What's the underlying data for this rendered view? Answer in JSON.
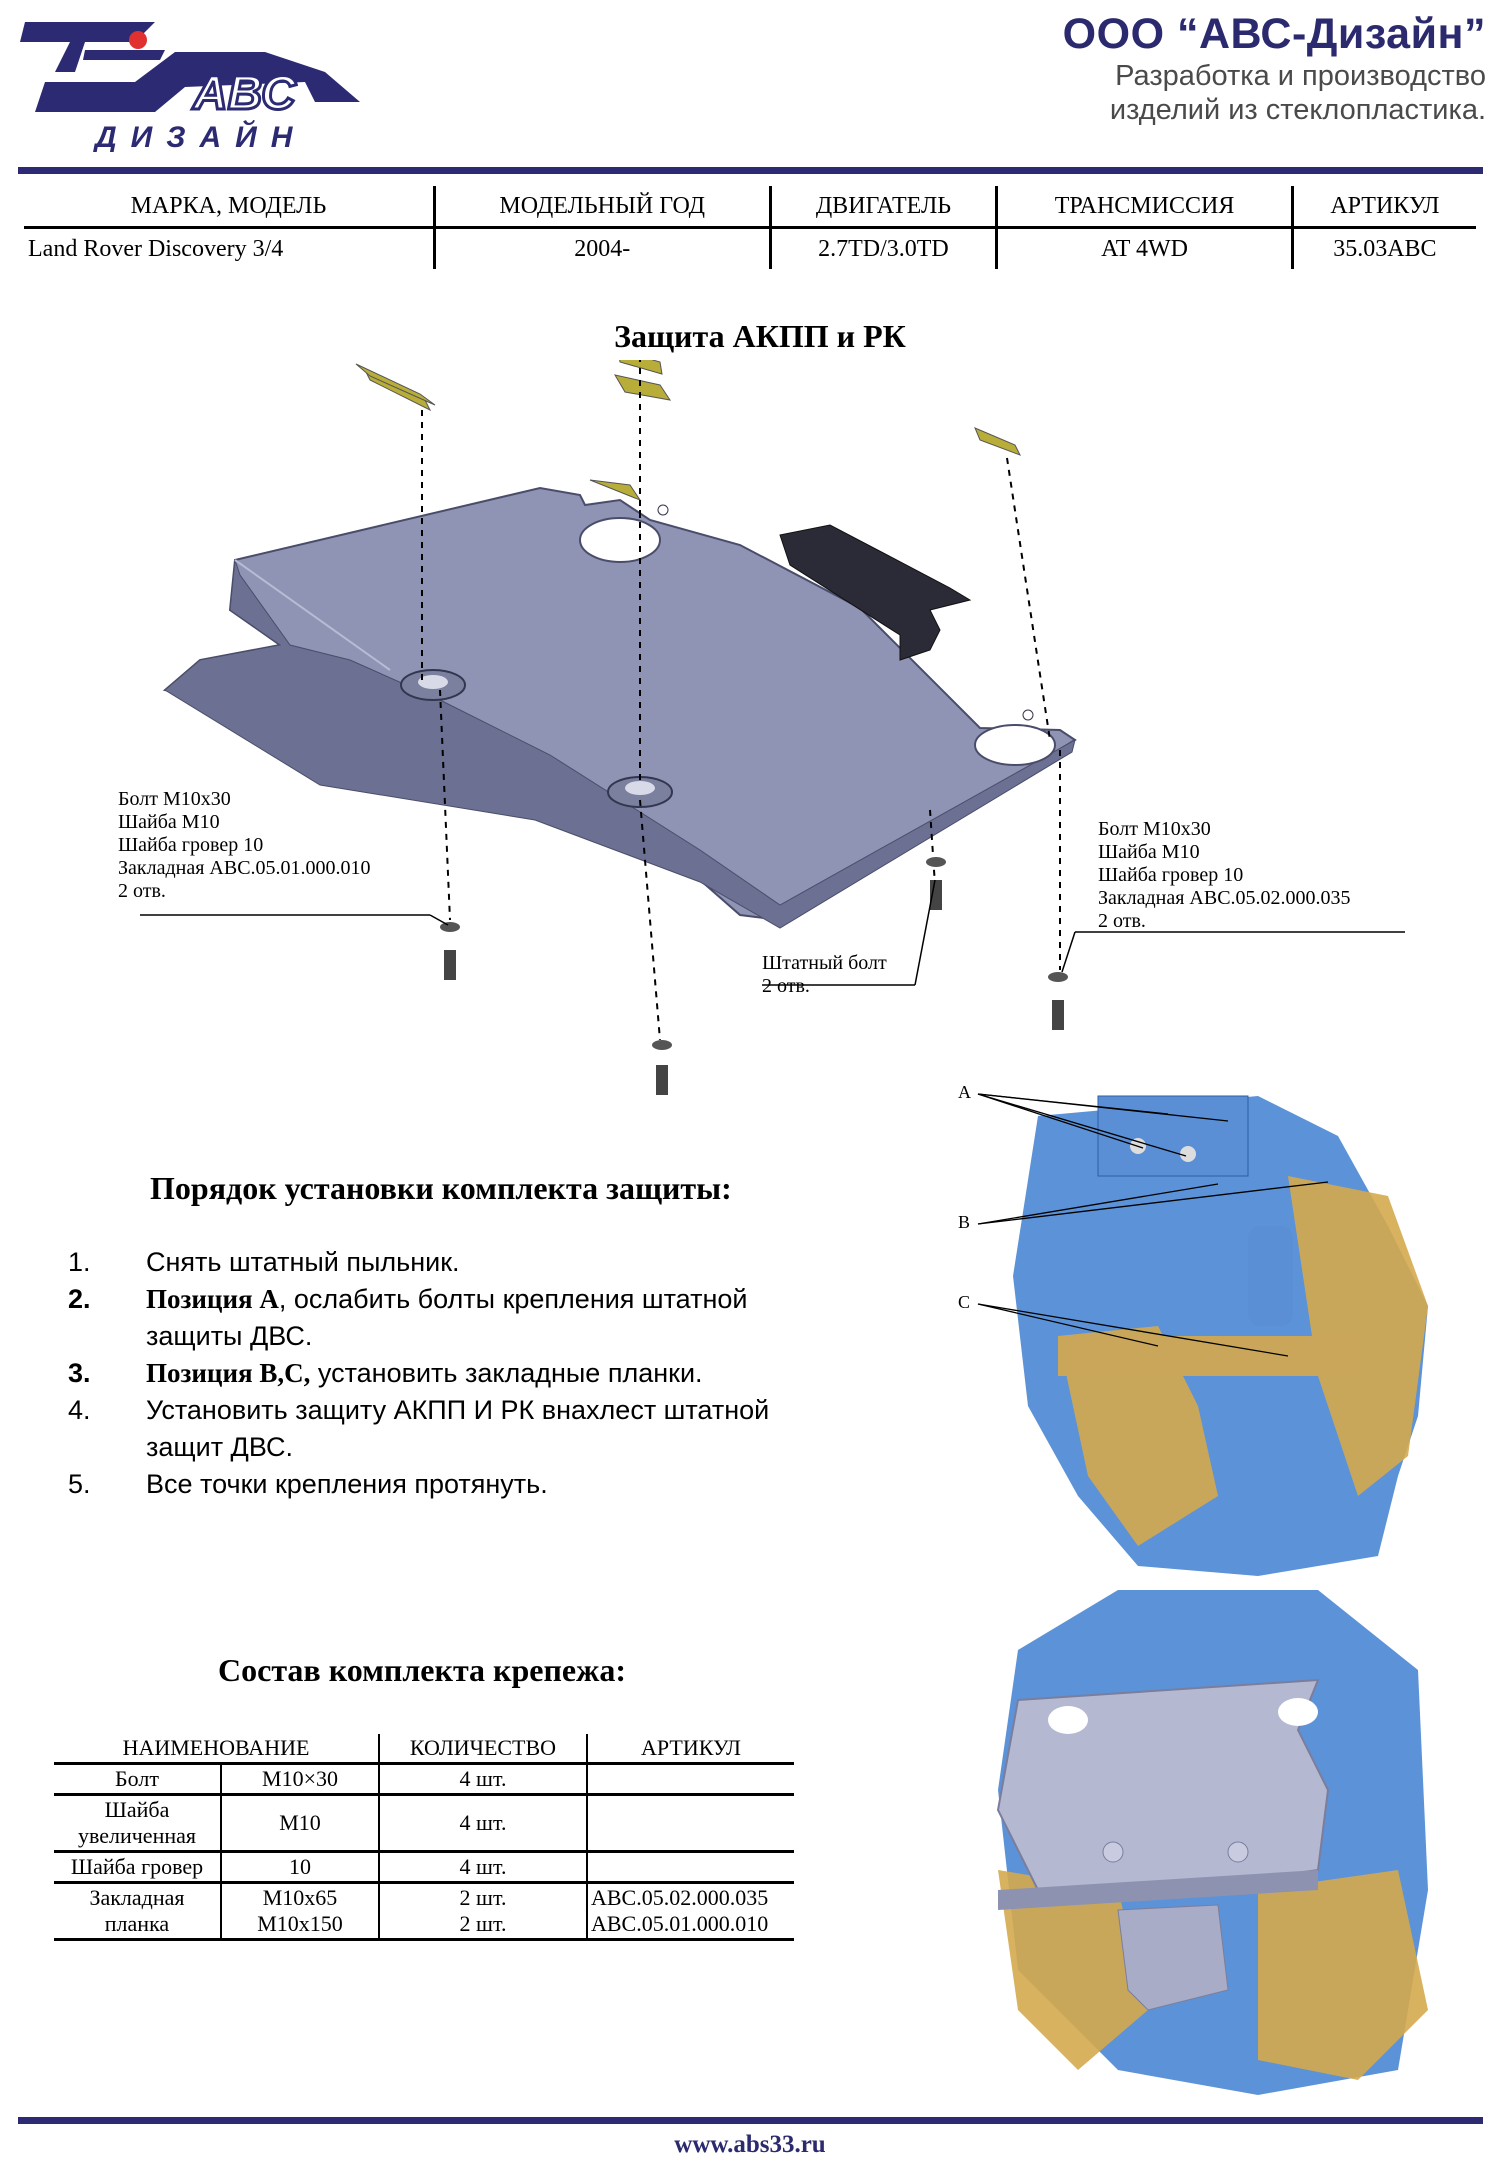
{
  "header": {
    "logo_text": "АВС",
    "logo_subtext": "ДИЗАЙН",
    "company_name": "ООО “АВС-Дизайн”",
    "company_line1": "Разработка и производство",
    "company_line2": "изделий из стеклопластика."
  },
  "spec_table": {
    "headers": [
      "МАРКА, МОДЕЛЬ",
      "МОДЕЛЬНЫЙ ГОД",
      "ДВИГАТЕЛЬ",
      "ТРАНСМИССИЯ",
      "АРТИКУЛ"
    ],
    "row": [
      "Land Rover Discovery 3/4",
      "2004-",
      "2.7TD/3.0TD",
      "AT 4WD",
      "35.03ABC"
    ]
  },
  "diagram": {
    "title": "Защита АКПП и РК",
    "callout_left": [
      "Болт М10х30",
      "Шайба М10",
      "Шайба гровер 10",
      "Закладная АВС.05.01.000.010",
      "2 отв."
    ],
    "callout_right": [
      "Болт М10х30",
      "Шайба М10",
      "Шайба гровер 10",
      "Закладная АВС.05.02.000.035",
      "2 отв."
    ],
    "callout_mid": [
      "Штатный болт",
      "2 отв."
    ]
  },
  "install": {
    "title": "Порядок установки комплекта защиты:",
    "steps": [
      {
        "num": "1.",
        "bold": "",
        "text": "Снять штатный пыльник."
      },
      {
        "num": "2.",
        "bold": "Позиция А",
        "text": ", ослабить болты крепления штатной защиты ДВС."
      },
      {
        "num": "3.",
        "bold": "Позиция В,С,",
        "text": " установить закладные планки."
      },
      {
        "num": "4.",
        "bold": "",
        "text": "Установить защиту АКПП И РК внахлест штатной защит ДВС."
      },
      {
        "num": "5.",
        "bold": "",
        "text": "Все точки крепления протянуть."
      }
    ]
  },
  "kit": {
    "title": "Состав комплекта крепежа:",
    "headers": [
      "НАИМЕНОВАНИЕ",
      "КОЛИЧЕСТВО",
      "АРТИКУЛ"
    ],
    "rows": [
      {
        "name": "Болт",
        "size": "М10×30",
        "qty": "4 шт.",
        "art": ""
      },
      {
        "name": "Шайба увеличенная",
        "size": "М10",
        "qty": "4 шт.",
        "art": ""
      },
      {
        "name": "Шайба гровер",
        "size": "10",
        "qty": "4 шт.",
        "art": ""
      }
    ],
    "last_row": {
      "name": "Закладная планка",
      "sizes": [
        "М10х65",
        "М10х150"
      ],
      "qtys": [
        "2 шт.",
        "2 шт."
      ],
      "arts": [
        "АВС.05.02.000.035",
        "АВС.05.01.000.010"
      ]
    }
  },
  "photo_labels": {
    "a": "А",
    "b": "В",
    "c": "С"
  },
  "footer": {
    "url": "www.abs33.ru"
  },
  "colors": {
    "brand": "#2b2a72",
    "plate": "#8f93b4",
    "scan_blue": "#3f7fd0",
    "scan_gold": "#d4aa4e",
    "bracket": "#b9ad3a"
  }
}
